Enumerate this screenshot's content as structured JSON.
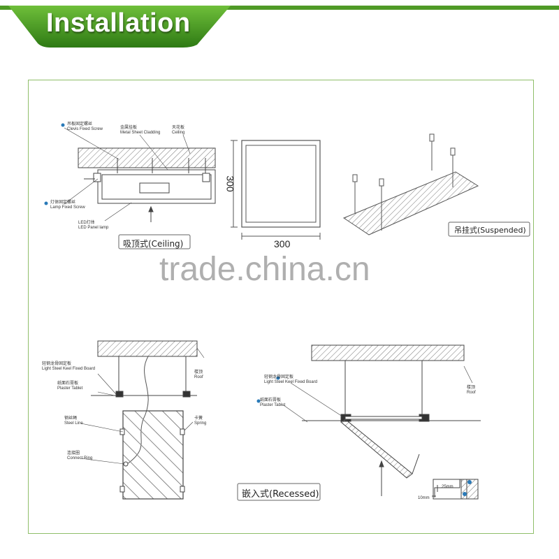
{
  "header": {
    "title": "Installation",
    "accent": "#4f9a26"
  },
  "watermark": "trade.china.cn",
  "ceiling_diagram": {
    "label_1": "Clevis Fixed Screw",
    "label_1_cn": "吊板固定螺丝",
    "label_2": "Metal Sheet Cladding",
    "label_2_cn": "金属挂板",
    "label_3": "Ceiling",
    "label_3_cn": "天花板",
    "label_4": "Lamp Fixed Screw",
    "label_4_cn": "灯体固定螺丝",
    "label_5": "LED Panel lamp",
    "label_5_cn": "LED灯体",
    "caption": "吸顶式(Ceiling)"
  },
  "panel_diagram": {
    "width": "300",
    "height": "300"
  },
  "suspended_diagram": {
    "caption": "吊挂式(Suspended)"
  },
  "hanging_diagram": {
    "label_1": "Light Steel Keel Fixed Board",
    "label_1_cn": "轻钢龙骨固定板",
    "label_2": "Plaster Tablet",
    "label_2_cn": "纸面石膏板",
    "label_3": "Roof",
    "label_3_cn": "楼顶",
    "label_4": "Steel Line",
    "label_4_cn": "钢丝绳",
    "label_5": "Spring",
    "label_5_cn": "卡簧",
    "label_6": "Connect Ring",
    "label_6_cn": "连接圈"
  },
  "recessed_diagram": {
    "label_1": "Light Steel Keel Fixed Board",
    "label_1_cn": "轻钢龙骨固定板",
    "label_2": "Plaster Tablet",
    "label_2_cn": "纸面石膏板",
    "label_3": "Roof",
    "label_3_cn": "楼顶",
    "dim_1": "25mm",
    "dim_2": "10mm",
    "caption": "嵌入式(Recessed)"
  }
}
